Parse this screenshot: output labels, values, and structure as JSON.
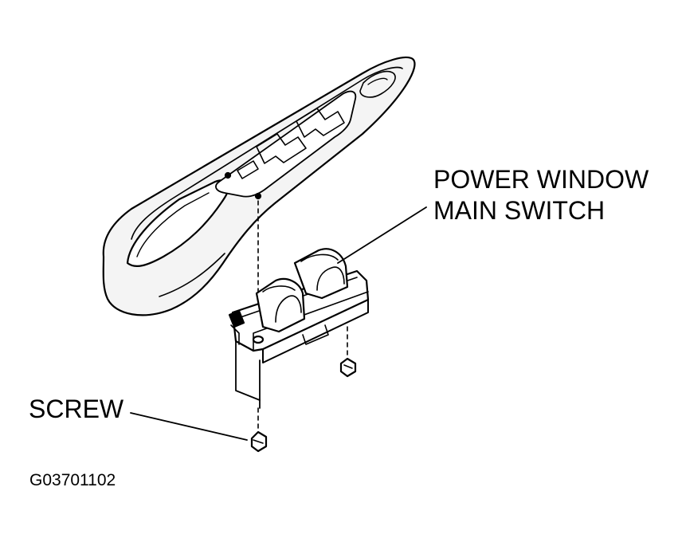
{
  "diagram": {
    "callouts": {
      "switch_line_1": "POWER WINDOW",
      "switch_line_2": "MAIN SWITCH",
      "screw": "SCREW"
    },
    "figure_code": "G03701102",
    "colors": {
      "ink": "#000000",
      "paper": "#ffffff",
      "panel_fill": "#f4f4f4"
    }
  }
}
